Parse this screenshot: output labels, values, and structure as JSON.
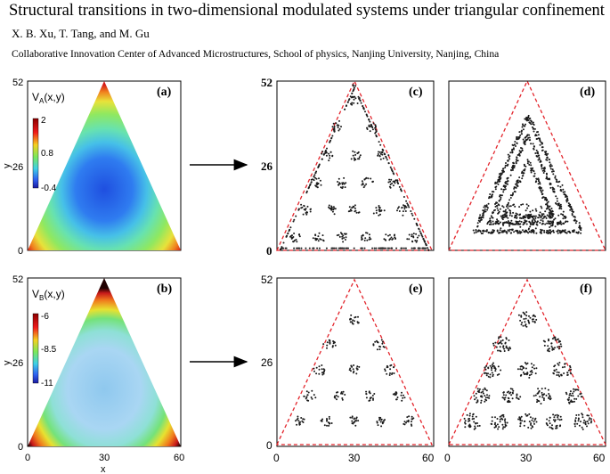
{
  "header": {
    "title": "Structural transitions in two-dimensional modulated systems under triangular confinement",
    "authors": "X. B. Xu, T. Tang, and M. Gu",
    "affiliation": "Collaborative Innovation Center of Advanced Microstructures, School of physics, Nanjing University, Nanjing, China"
  },
  "panels": {
    "a": {
      "label": "(a)",
      "colorbar_title_main": "V",
      "colorbar_title_sub": "A",
      "colorbar_title_rest": "(x,y)",
      "ticks": [
        "2",
        "0.8",
        "-0.4"
      ]
    },
    "b": {
      "label": "(b)",
      "colorbar_title_main": "V",
      "colorbar_title_sub": "B",
      "colorbar_title_rest": "(x,y)",
      "ticks": [
        "-6",
        "-8.5",
        "-11"
      ]
    },
    "c": {
      "label": "(c)"
    },
    "d": {
      "label": "(d)"
    },
    "e": {
      "label": "(e)"
    },
    "f": {
      "label": "(f)"
    }
  },
  "axes": {
    "y_label": "y",
    "x_label": "x",
    "y_ticks": [
      "52",
      "26",
      "0"
    ],
    "x_ticks": [
      "0",
      "30",
      "60"
    ]
  },
  "colors": {
    "boundary": "#e3242b",
    "particle": "#1a1a1a",
    "arrow": "#000000"
  }
}
